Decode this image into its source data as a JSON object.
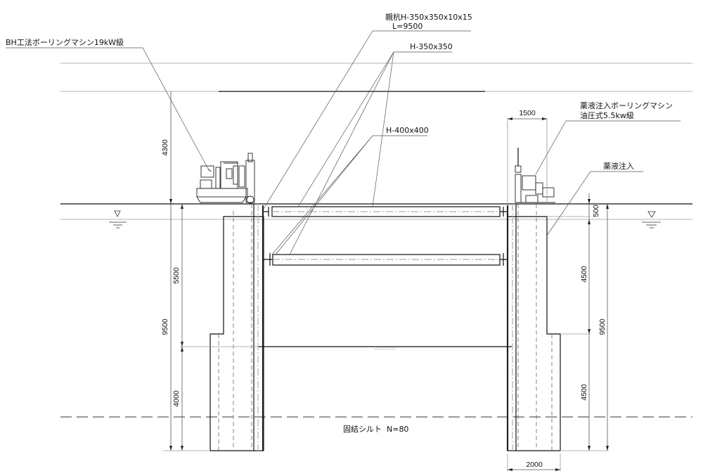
{
  "drawing": {
    "title": "Cross-section: soldier pile wall with struts and chemical grouting",
    "callouts": {
      "bh_machine": "BH工法ボーリングマシン19kW級",
      "soldier_pile_line1": "親杭H-350x350x10x15",
      "soldier_pile_line2": "L=9500",
      "strut_upper": "H-350x350",
      "strut_lower": "H-400x400",
      "grout_machine_line1": "薬液注入ボーリングマシン",
      "grout_machine_line2": "油圧式5.5kw級",
      "grout_zone": "薬液注入",
      "soil_layer": "固結シルト  N=80"
    },
    "dimensions": {
      "left_machine_height": "4300",
      "left_upper_depth": "5500",
      "left_total_depth": "9500",
      "left_lower_depth": "4000",
      "right_machine_width": "1500",
      "right_water_offset": "500",
      "right_upper_depth": "4500",
      "right_total_depth": "9500",
      "right_lower_depth": "4500",
      "right_grout_width": "2000"
    },
    "symbols": {
      "water_level_left": "water-level-icon",
      "water_level_right": "water-level-icon"
    }
  }
}
